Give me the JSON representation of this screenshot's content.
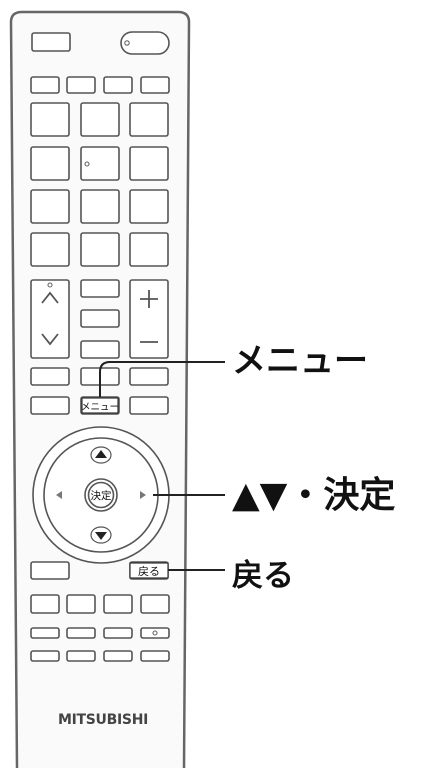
{
  "labels": {
    "menu_callout": "メニュー",
    "nav_callout": "▲▼・決定",
    "back_callout": "戻る"
  },
  "remote": {
    "brand": "MITSUBISHI",
    "menu_key": "メニュー",
    "enter_key": "決定",
    "back_key": "戻る",
    "vol_plus": "+",
    "vol_minus": "−",
    "ch_up": "^",
    "ch_down": "v"
  },
  "colors": {
    "outline": "#555555",
    "body_fill": "#fafafa",
    "key_fill": "#ffffff"
  }
}
